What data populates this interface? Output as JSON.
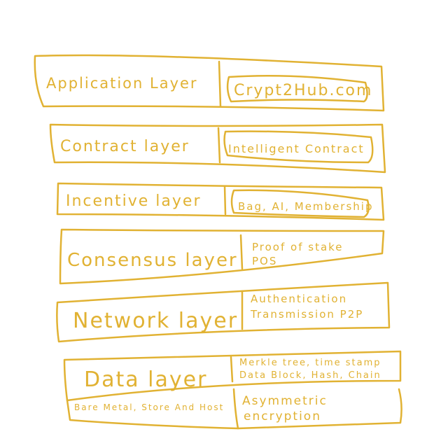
{
  "color": "#e1b233",
  "layers": [
    {
      "name": "Application Layer",
      "detail": [
        "Crypt2Hub.com"
      ]
    },
    {
      "name": "Contract layer",
      "detail": [
        "Intelligent Contract"
      ]
    },
    {
      "name": "Incentive layer",
      "detail": [
        "Bag, AI, Membership"
      ]
    },
    {
      "name": "Consensus layer",
      "detail": [
        "Proof of stake",
        "POS"
      ]
    },
    {
      "name": "Network layer",
      "detail": [
        "Authentication",
        "Transmission P2P"
      ]
    },
    {
      "name": "Data layer",
      "detail": [
        "Merkle tree, time stamp",
        "Data Block, Hash, Chain"
      ]
    }
  ],
  "bottom": {
    "left": "Bare Metal, Store And Host",
    "right": [
      "Asymmetric",
      "encryption"
    ]
  }
}
